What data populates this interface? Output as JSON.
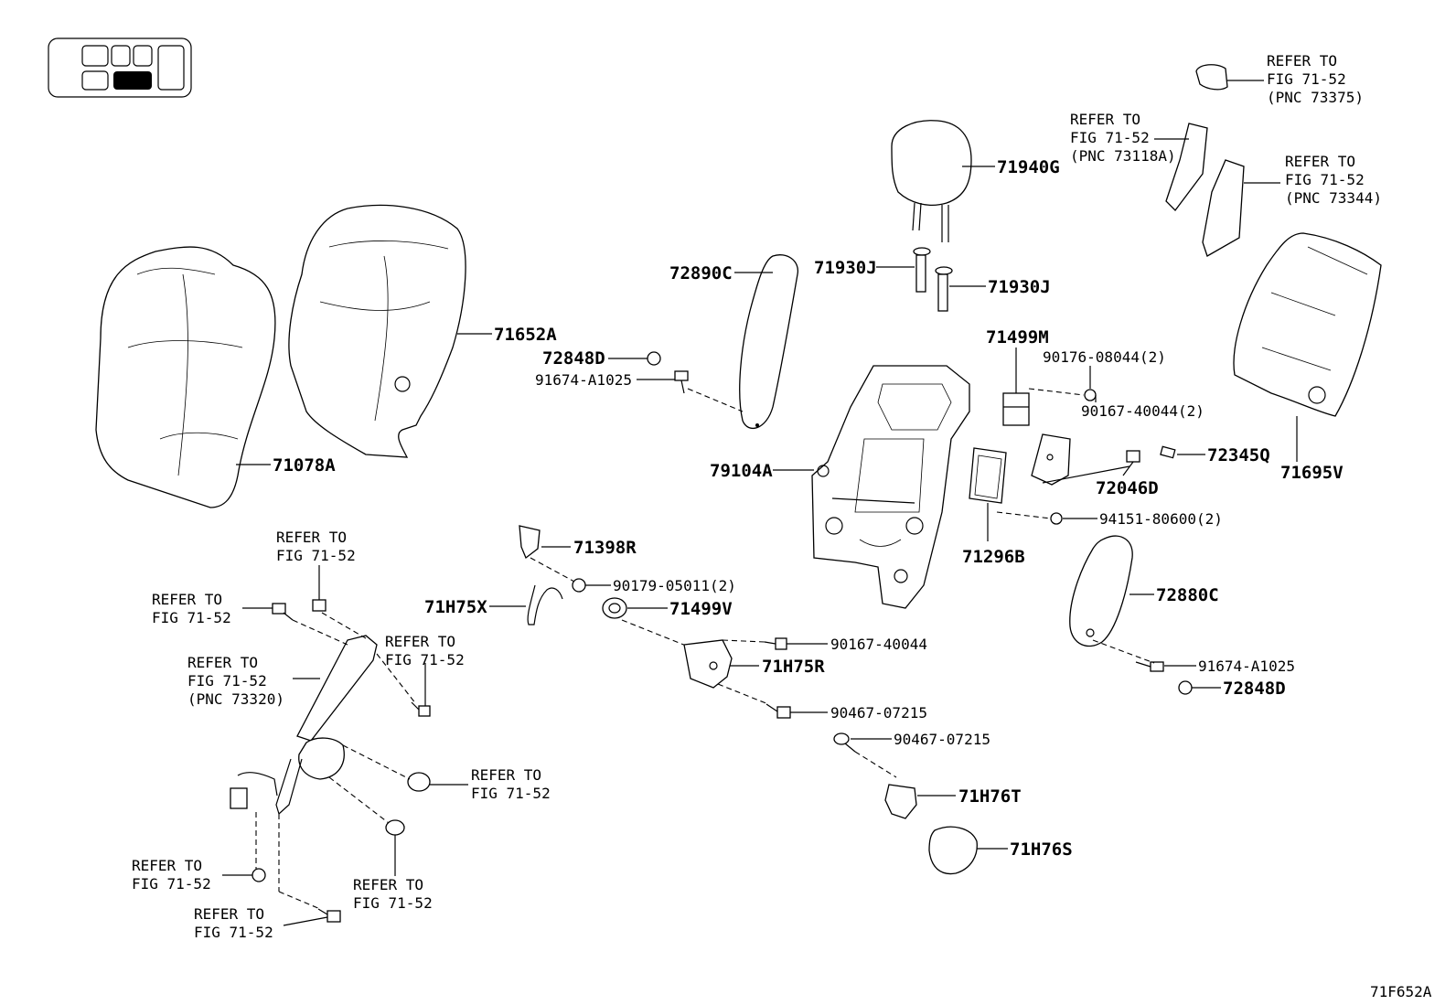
{
  "diagram_id": "71F652A",
  "parts": {
    "p71940G": "71940G",
    "p71930J_a": "71930J",
    "p71930J_b": "71930J",
    "p71652A": "71652A",
    "p71078A": "71078A",
    "p72848D_a": "72848D",
    "p91674_a": "91674-A1025",
    "p72890C": "72890C",
    "p79104A": "79104A",
    "p71499M": "71499M",
    "p90176": "90176-08044(2)",
    "p90167_2": "90167-40044(2)",
    "p72345Q": "72345Q",
    "p71695V": "71695V",
    "p72046D": "72046D",
    "p94151": "94151-80600(2)",
    "p71296B": "71296B",
    "p72880C": "72880C",
    "p91674_b": "91674-A1025",
    "p72848D_b": "72848D",
    "p71398R": "71398R",
    "p90179": "90179-05011(2)",
    "p71H75X": "71H75X",
    "p71499V": "71499V",
    "p90167": "90167-40044",
    "p71H75R": "71H75R",
    "p90467_a": "90467-07215",
    "p90467_b": "90467-07215",
    "p71H76T": "71H76T",
    "p71H76S": "71H76S"
  },
  "refer": {
    "r73375": [
      "REFER TO",
      "FIG 71-52",
      "(PNC 73375)"
    ],
    "r73118A": [
      "REFER TO",
      "FIG 71-52",
      "(PNC 73118A)"
    ],
    "r73344": [
      "REFER TO",
      "FIG 71-52",
      "(PNC 73344)"
    ],
    "r_top": [
      "REFER TO",
      "FIG 71-52"
    ],
    "r_left": [
      "REFER TO",
      "FIG 71-52"
    ],
    "r_mid": [
      "REFER TO",
      "FIG 71-52"
    ],
    "r73320": [
      "REFER TO",
      "FIG 71-52",
      "(PNC 73320)"
    ],
    "r_washer": [
      "REFER TO",
      "FIG 71-52"
    ],
    "r_bolt": [
      "REFER TO",
      "FIG 71-52"
    ],
    "r_bl1": [
      "REFER TO",
      "FIG 71-52"
    ],
    "r_bl2": [
      "REFER TO",
      "FIG 71-52"
    ]
  }
}
